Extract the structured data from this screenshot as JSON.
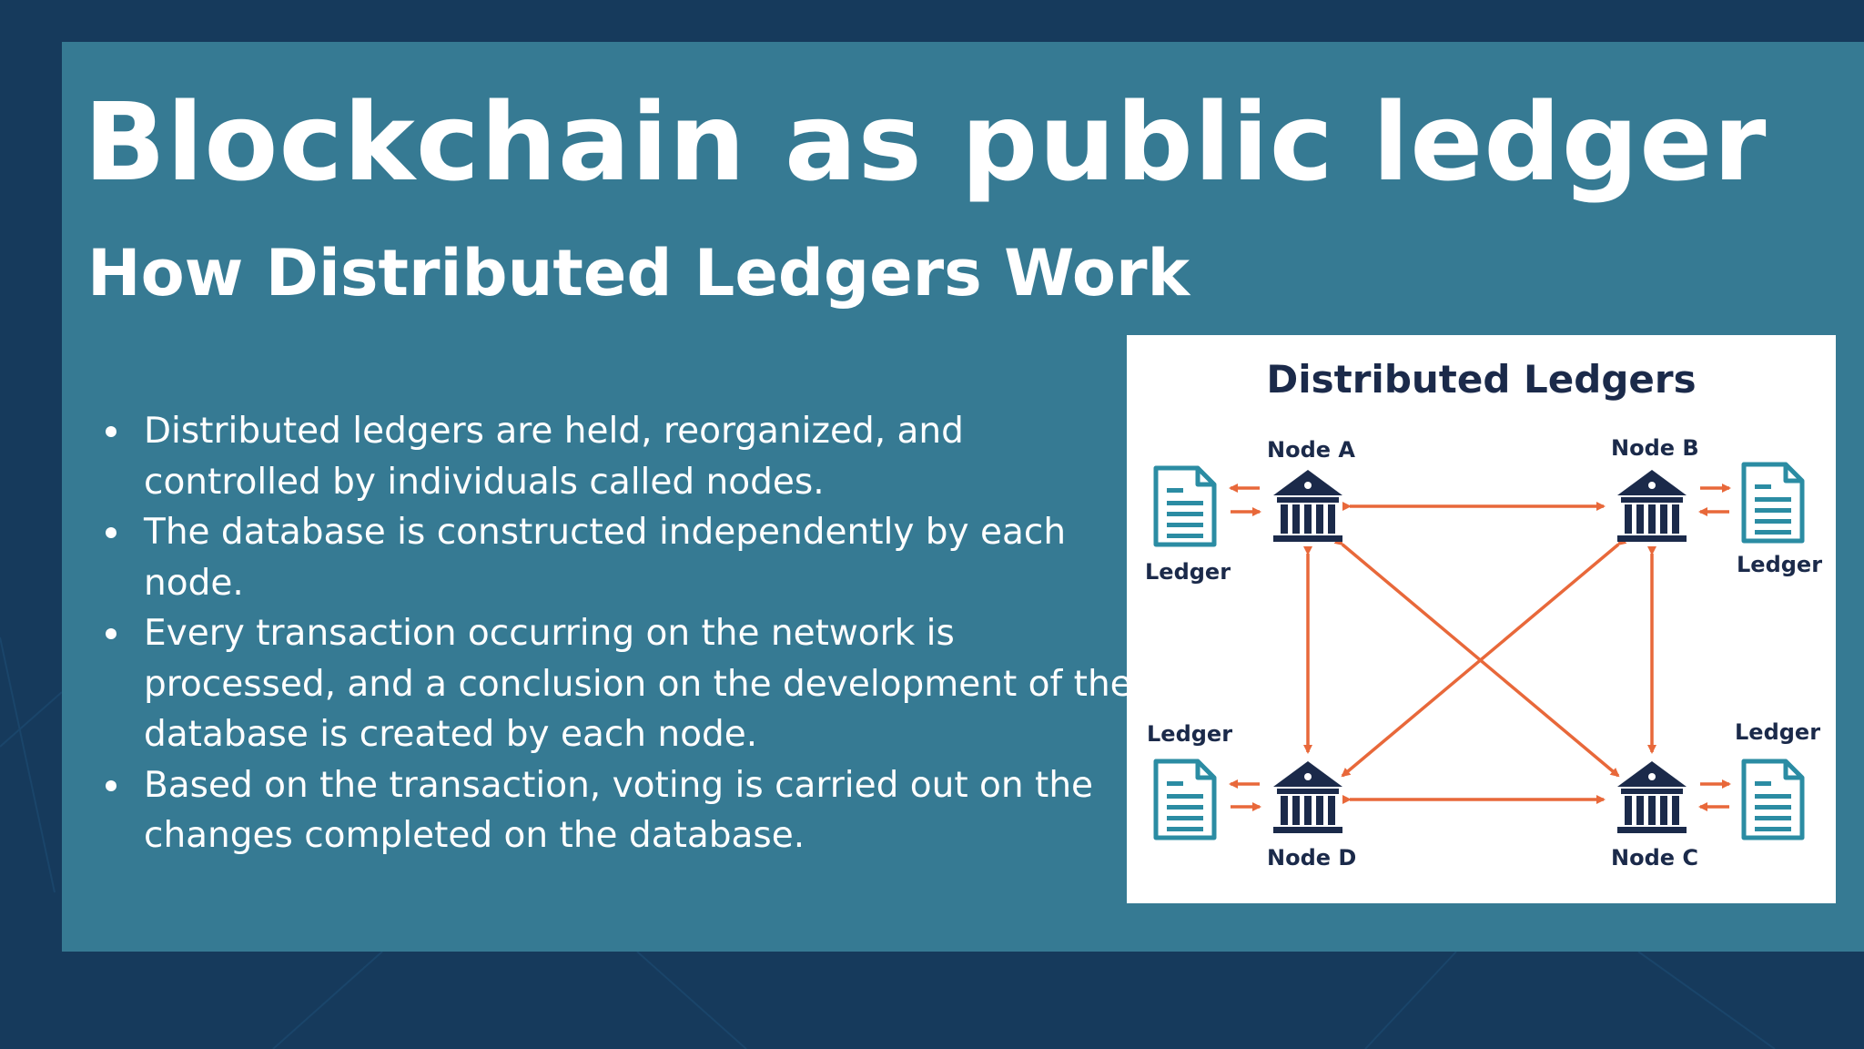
{
  "slide": {
    "title": "Blockchain as public ledger",
    "subtitle": "How Distributed Ledgers Work",
    "bullets": [
      " Distributed ledgers are held, reorganized, and controlled by individuals called nodes.",
      " The database is constructed independently by each node.",
      " Every transaction occurring on the network is processed, and a conclusion on the development of the database is created by each node.",
      "Based on the transaction, voting is carried out on the changes completed on the database."
    ]
  },
  "diagram": {
    "title": "Distributed Ledgers",
    "nodes": {
      "a": "Node A",
      "b": "Node B",
      "c": "Node C",
      "d": "Node D"
    },
    "ledger_label": "Ledger",
    "colors": {
      "node": "#1b2a4a",
      "ledger": "#2b8ca3",
      "arrow": "#e8683a"
    }
  }
}
